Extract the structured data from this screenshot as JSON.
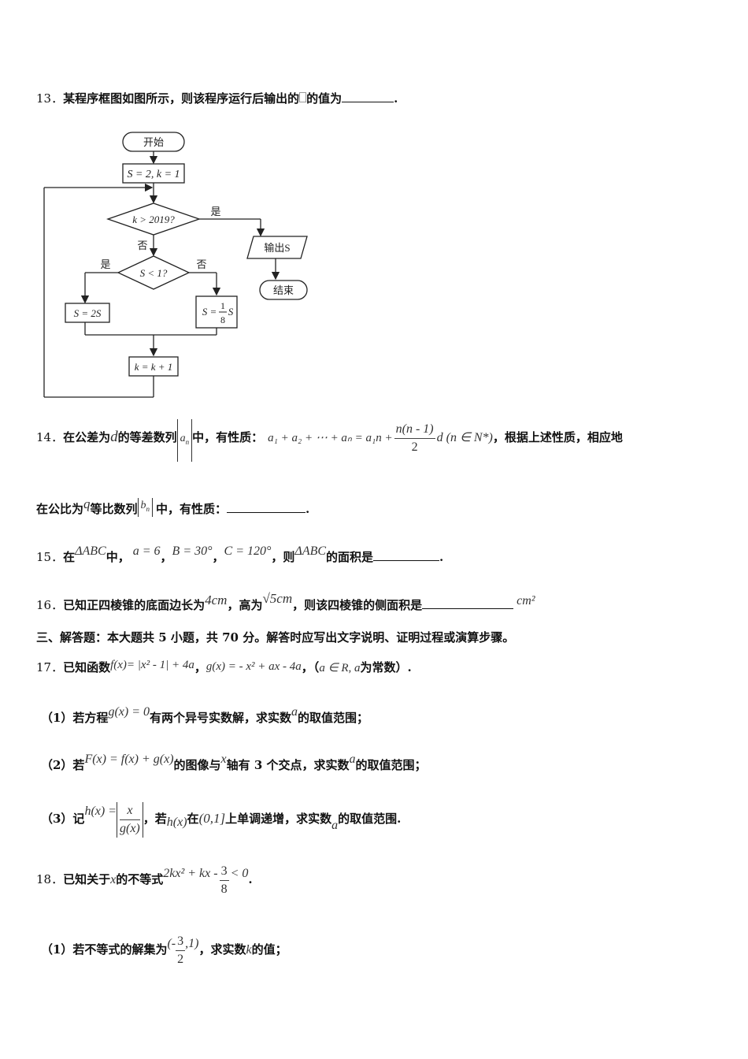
{
  "q13": {
    "num": "13．",
    "text_a": "某程序框图如图所示，则该程序运行后输出的",
    "text_b": "的值为",
    "end": ".",
    "flow": {
      "start": "开始",
      "init": "S = 2, k = 1",
      "cond1": "k > 2019?",
      "yes": "是",
      "no": "否",
      "output": "输出S",
      "end": "结束",
      "cond2": "S < 1?",
      "yes2": "是",
      "no2": "否",
      "assign1": "S = 2S",
      "assign2_a": "S =",
      "assign2_num": "1",
      "assign2_den": "8",
      "assign2_b": "S",
      "inc": "k = k + 1"
    }
  },
  "q14": {
    "num": "14．",
    "t1": "在公差为",
    "d": "d",
    "t2": "的等差数列",
    "an": "a",
    "an_sub": "n",
    "t3": "中，有性质：",
    "formula_left": "a₁ + a₂ + ⋯ + aₙ = a₁n +",
    "frac_num": "n(n - 1)",
    "frac_den": "2",
    "formula_right": "d",
    "cond": "(n ∈ N*)",
    "t4": "，根据上述性质，相应地",
    "t5": "在公比为",
    "q": "q",
    "t6": "等比数列",
    "bn": "b",
    "bn_sub": "n",
    "t7": "中，有性质：",
    "end": "."
  },
  "q15": {
    "num": "15．",
    "t1": "在",
    "tri": "ΔABC",
    "t2": "中，",
    "a": "a = 6",
    "B": "B = 30°",
    "C": "C = 120°",
    "comma": "，",
    "t3": "，则",
    "tri2": "ΔABC",
    "t4": "的面积是",
    "end": "."
  },
  "q16": {
    "num": "16．",
    "t1": "已知正四棱锥的底面边长为",
    "len": "4cm",
    "t2": "，高为",
    "h": "√5cm",
    "t3": "，则该四棱锥的侧面积是",
    "unit": "cm²"
  },
  "section3": {
    "title": "三、解答题：本大题共 5 小题，共 70 分。解答时应写出文字说明、证明过程或演算步骤。"
  },
  "q17": {
    "num": "17．",
    "t1": "已知函数",
    "f": "f(x)= |x² - 1| + 4a",
    "comma": "，",
    "g": "g(x) = - x² + ax - 4a",
    "t2": "，（",
    "cond": "a ∈ R, a",
    "t3": "为常数）.",
    "p1": {
      "label": "（1）若方程",
      "eq": "g(x) = 0",
      "t1": "有两个异号实数解，求实数",
      "a": "a",
      "t2": "的取值范围；"
    },
    "p2": {
      "label": "（2）若",
      "eq": "F(x) = f(x) + g(x)",
      "t1": "的图像与",
      "x": "x",
      "t2": "轴有 3 个交点，求实数",
      "a": "a",
      "t3": "的取值范围；"
    },
    "p3": {
      "label": "（3）记",
      "h": "h(x) =",
      "frac_num": "x",
      "frac_den": "g(x)",
      "t1": "，若",
      "hx": "h(x)",
      "t2": "在",
      "interval": "(0,1]",
      "t3": "上单调递增，求实数",
      "a": "a",
      "t4": "的取值范围."
    }
  },
  "q18": {
    "num": "18．",
    "t1": "已知关于",
    "x": "x",
    "t2": "的不等式",
    "ineq_left": "2kx² + kx -",
    "frac_num": "3",
    "frac_den": "8",
    "ineq_right": "< 0",
    "end": ".",
    "p1": {
      "label": "（1）若不等式的解集为",
      "set_left": "(-",
      "frac_num": "3",
      "frac_den": "2",
      "set_right": ",1)",
      "t1": "，求实数",
      "k": "k",
      "t2": "的值；"
    }
  }
}
